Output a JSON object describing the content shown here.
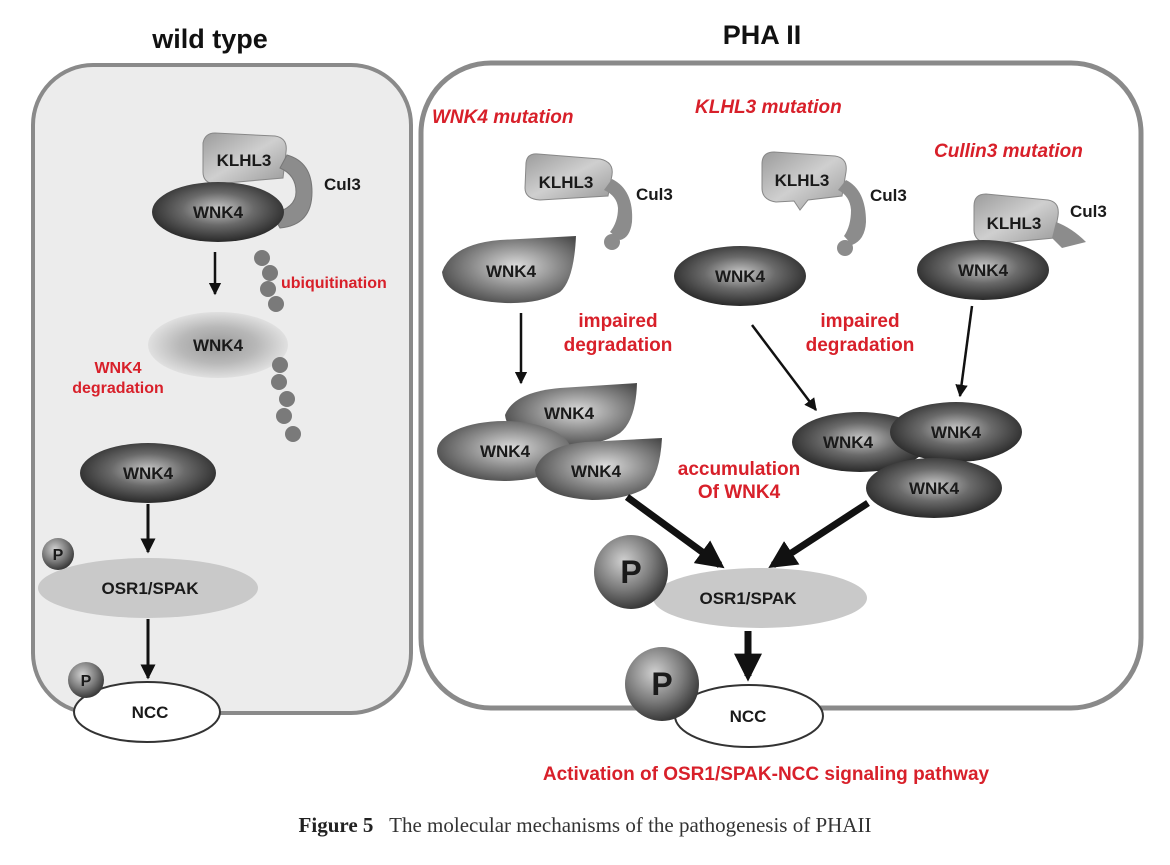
{
  "panels": {
    "wild_type": {
      "title": "wild type",
      "klhl3": "KLHL3",
      "cul3": "Cul3",
      "wnk4_complex": "WNK4",
      "ubiquitination": "ubiquitination",
      "wnk4_degrading": "WNK4",
      "degradation_line1": "WNK4",
      "degradation_line2": "degradation",
      "wnk4_active": "WNK4",
      "phospho1": "P",
      "osr1_spak": "OSR1/SPAK",
      "phospho2": "P",
      "ncc": "NCC"
    },
    "pha2": {
      "title": "PHA II",
      "wnk4_mutation": {
        "heading": "WNK4 mutation",
        "klhl3": "KLHL3",
        "cul3": "Cul3",
        "wnk4": "WNK4",
        "impaired_line1": "impaired",
        "impaired_line2": "degradation"
      },
      "klhl3_mutation": {
        "heading": "KLHL3 mutation",
        "klhl3": "KLHL3",
        "cul3": "Cul3",
        "wnk4": "WNK4",
        "impaired_line1": "impaired",
        "impaired_line2": "degradation"
      },
      "cullin3_mutation": {
        "heading": "Cullin3 mutation",
        "klhl3": "KLHL3",
        "cul3": "Cul3",
        "wnk4": "WNK4"
      },
      "accumulated_left": [
        "WNK4",
        "WNK4",
        "WNK4"
      ],
      "accumulated_right": [
        "WNK4",
        "WNK4",
        "WNK4"
      ],
      "accumulation_line1": "accumulation",
      "accumulation_line2": "Of WNK4",
      "phospho1": "P",
      "osr1_spak": "OSR1/SPAK",
      "phospho2": "P",
      "ncc": "NCC",
      "activation": "Activation of OSR1/SPAK-NCC signaling pathway"
    }
  },
  "caption": {
    "label": "Figure 5",
    "text": "The molecular mechanisms of the pathogenesis of PHAII"
  },
  "colors": {
    "red_text": "#d8202a",
    "panel_border": "#8a8a8a",
    "wild_type_fill": "#ececec"
  }
}
